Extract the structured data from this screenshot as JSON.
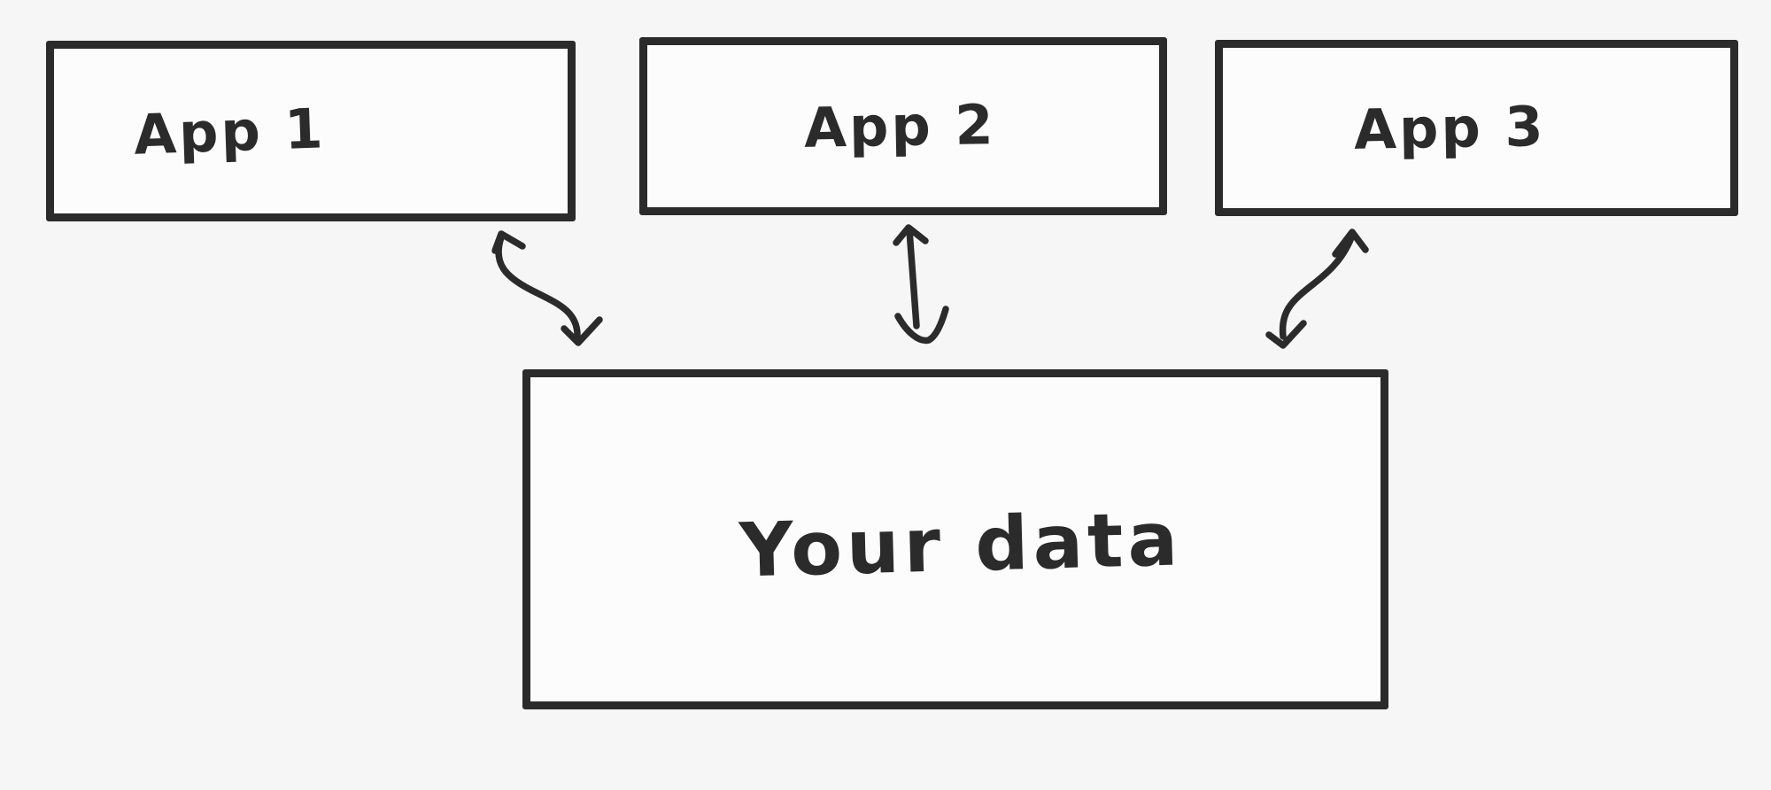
{
  "nodes": {
    "app1": {
      "label": "App 1"
    },
    "app2": {
      "label": "App 2"
    },
    "app3": {
      "label": "App 3"
    },
    "data": {
      "label": "Your data"
    }
  },
  "edges": [
    {
      "from": "App 1",
      "to": "Your data",
      "bidirectional": true,
      "style": "s-curve"
    },
    {
      "from": "App 2",
      "to": "Your data",
      "bidirectional": true,
      "style": "straight"
    },
    {
      "from": "App 3",
      "to": "Your data",
      "bidirectional": true,
      "style": "s-curve"
    }
  ],
  "colors": {
    "background": "#f6f6f6",
    "stroke": "#2b2b2b",
    "node_fill": "#fcfcfc"
  }
}
